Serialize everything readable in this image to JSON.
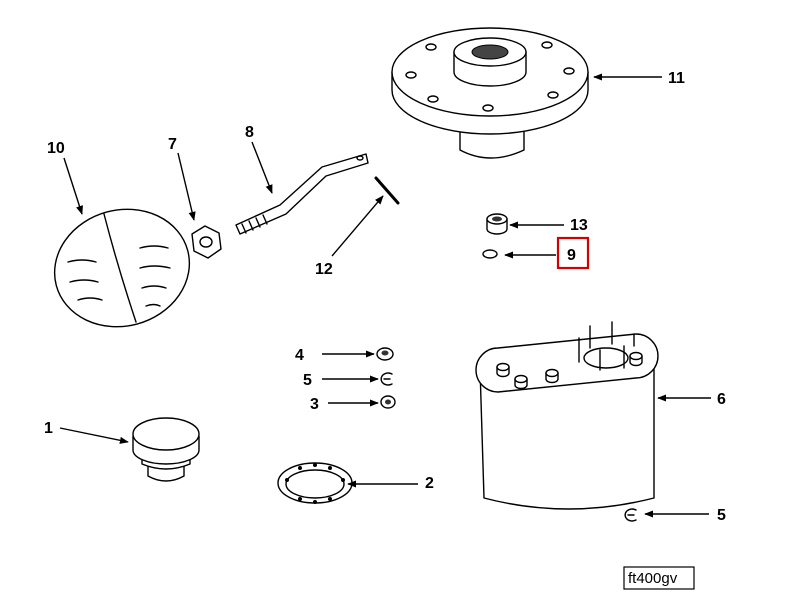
{
  "callouts": {
    "c1": "1",
    "c2": "2",
    "c3": "3",
    "c4": "4",
    "c5a": "5",
    "c5b": "5",
    "c6": "6",
    "c7": "7",
    "c8": "8",
    "c9": "9",
    "c10": "10",
    "c11": "11",
    "c12": "12",
    "c13": "13"
  },
  "figure_tag": "ft400gv",
  "highlight": {
    "callout": "9",
    "color": "#d40000"
  }
}
